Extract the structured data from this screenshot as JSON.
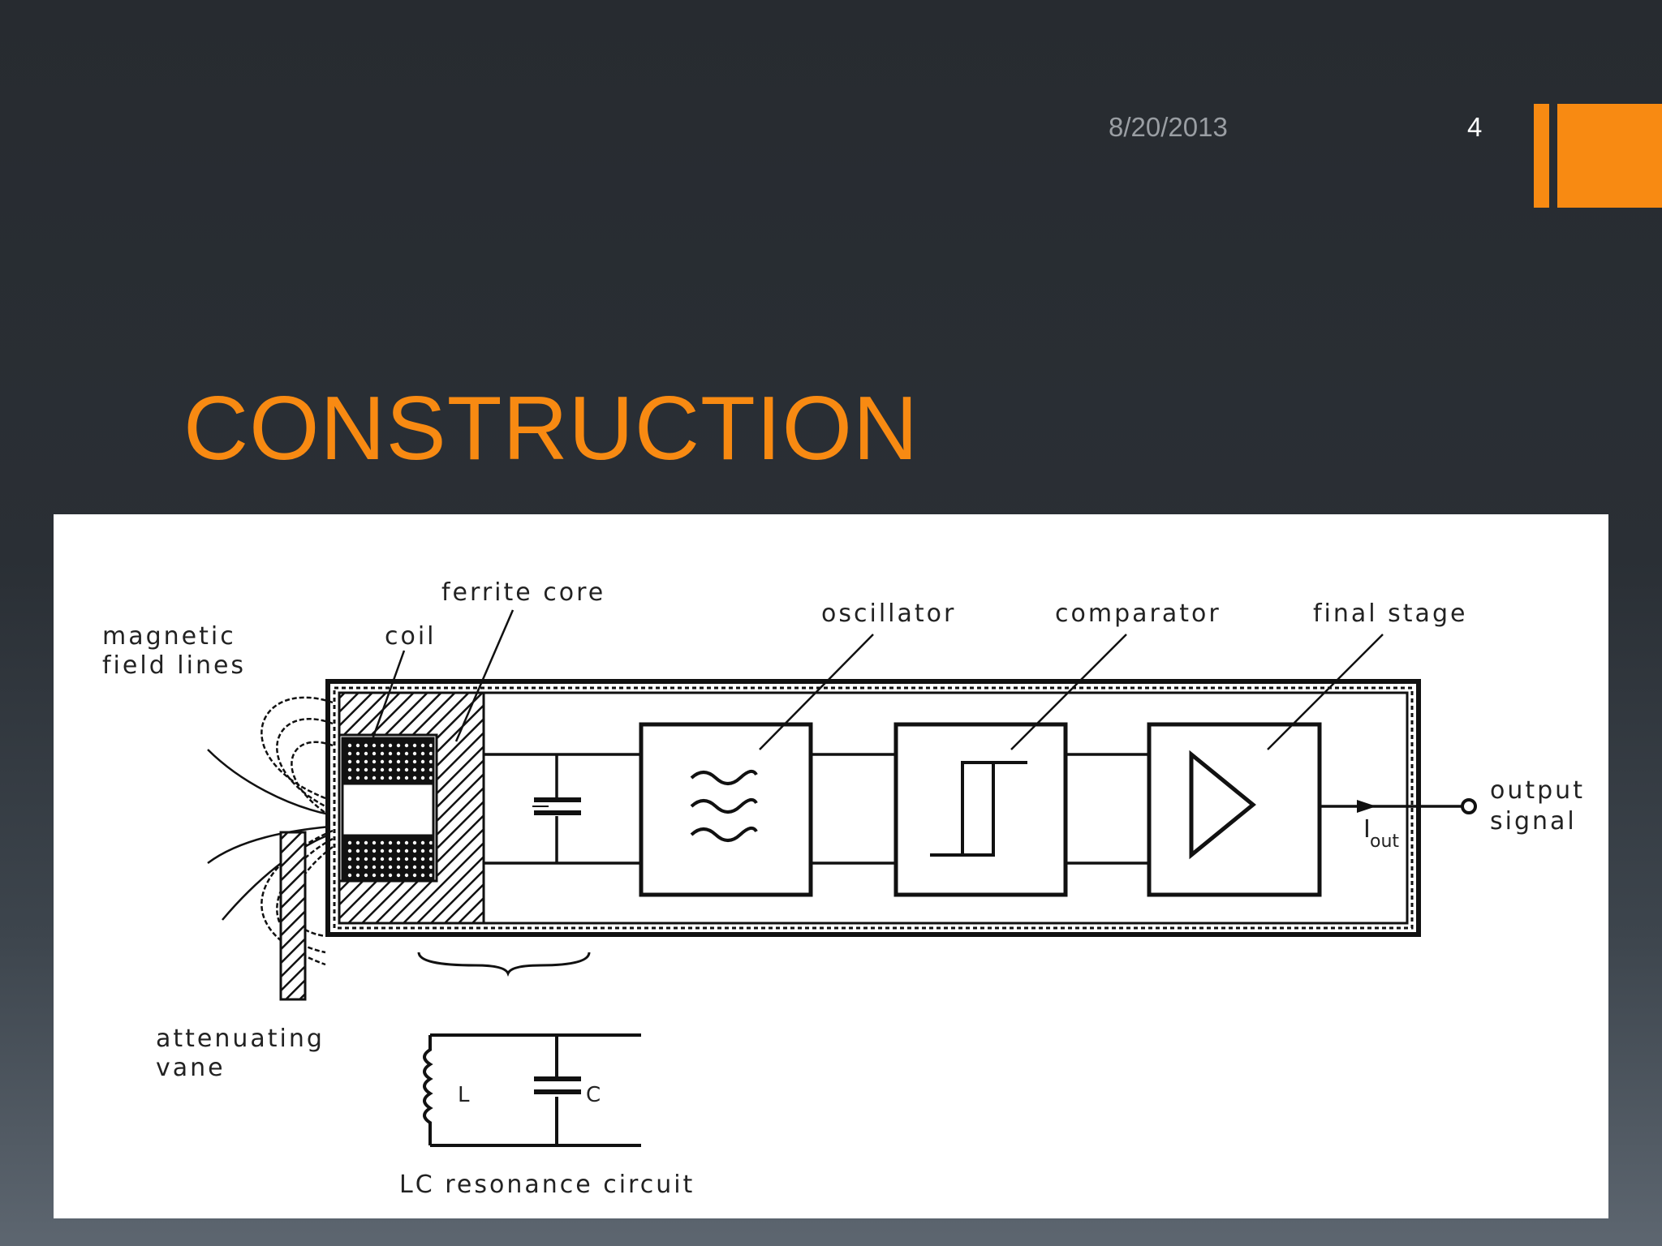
{
  "slide": {
    "date": "8/20/2013",
    "page_number": "4",
    "title": "CONSTRUCTION",
    "accent_color": "#f88a12"
  },
  "diagram": {
    "labels": {
      "magnetic_1": "magnetic",
      "magnetic_2": "field lines",
      "coil": "coil",
      "ferrite_core": "ferrite core",
      "oscillator": "oscillator",
      "comparator": "comparator",
      "final_stage": "final stage",
      "output_1": "output",
      "output_2": "signal",
      "iout": "I",
      "iout_sub": "out",
      "attenuating_1": "attenuating",
      "attenuating_2": "vane",
      "inductor": "L",
      "capacitor": "C",
      "lc_circuit": "LC resonance circuit"
    }
  }
}
